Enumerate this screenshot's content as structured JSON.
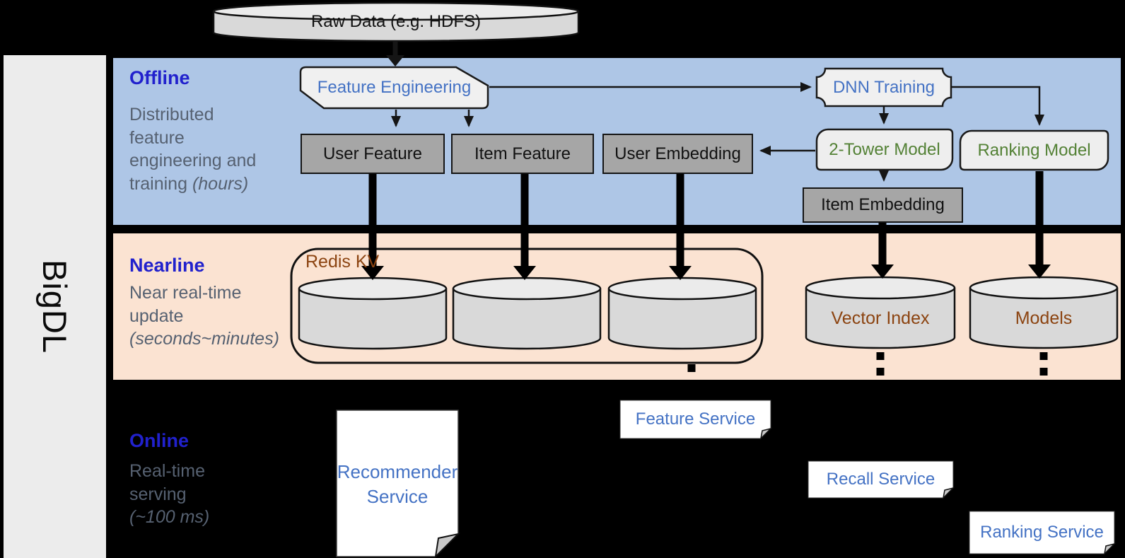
{
  "brand": "BigDL",
  "colors": {
    "offline_band": "#aec6e6",
    "nearline_band": "#fbe3d2",
    "online_band": "#000000",
    "sidebar": "#ececec",
    "lane_title_blue": "#2121cd",
    "lane_desc_gray": "#566171",
    "node_blue_text": "#4472c4",
    "node_green_text": "#538135",
    "store_brown_text": "#8c4411",
    "gray_box_fill": "#a6a6a6",
    "light_shape_fill": "#f0f0f0",
    "cylinder_fill": "#d9d9d9"
  },
  "source": {
    "label": "Raw Data (e.g. HDFS)"
  },
  "lanes": {
    "offline": {
      "title": "Offline",
      "description": "Distributed\nfeature\nengineering and\ntraining ",
      "duration": "(hours)"
    },
    "nearline": {
      "title": "Nearline",
      "description": "Near real-time\nupdate\n",
      "duration": "(seconds~minutes)"
    },
    "online": {
      "title": "Online",
      "description": "Real-time\nserving\n",
      "duration": "(~100 ms)"
    }
  },
  "nodes": {
    "feature_engineering": "Feature Engineering",
    "dnn_training": "DNN Training",
    "user_feature": "User Feature",
    "item_feature": "Item Feature",
    "user_embedding": "User Embedding",
    "two_tower_model": "2-Tower Model",
    "ranking_model": "Ranking Model",
    "item_embedding": "Item Embedding",
    "redis_kv": "Redis KV",
    "vector_index": "Vector Index",
    "models": "Models"
  },
  "services": {
    "recommender": {
      "line1": "Recommender",
      "line2": "Service"
    },
    "feature": "Feature Service",
    "recall": "Recall Service",
    "ranking": "Ranking Service"
  }
}
